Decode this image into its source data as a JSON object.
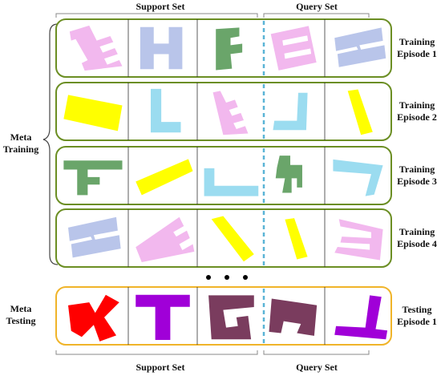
{
  "header": {
    "support_set": "Support Set",
    "query_set": "Query Set"
  },
  "footer": {
    "support_set": "Support Set",
    "query_set": "Query Set"
  },
  "groups": {
    "meta_training": "Meta\nTraining",
    "meta_testing": "Meta\nTesting"
  },
  "rows": [
    {
      "label": "Training\nEpisode 1",
      "kind": "training",
      "cells": [
        {
          "shape": "E-rot",
          "color": "#f2b8ee"
        },
        {
          "shape": "H",
          "color": "#b9c5ea"
        },
        {
          "shape": "F-tall",
          "color": "#6aa56a"
        },
        {
          "shape": "E-big",
          "color": "#f2b8ee"
        },
        {
          "shape": "H-rot",
          "color": "#b9c5ea"
        }
      ]
    },
    {
      "label": "Training\nEpisode 2",
      "kind": "training",
      "cells": [
        {
          "shape": "bar-rot",
          "color": "#ffff00"
        },
        {
          "shape": "L",
          "color": "#9bdcf0"
        },
        {
          "shape": "E-small",
          "color": "#f2b8ee"
        },
        {
          "shape": "L-wide",
          "color": "#9bdcf0"
        },
        {
          "shape": "bar-tilt",
          "color": "#ffff00"
        }
      ]
    },
    {
      "label": "Training\nEpisode 3",
      "kind": "training",
      "cells": [
        {
          "shape": "F-rot",
          "color": "#6aa56a"
        },
        {
          "shape": "bar-long",
          "color": "#ffff00"
        },
        {
          "shape": "L-flat",
          "color": "#9bdcf0"
        },
        {
          "shape": "T-comb",
          "color": "#6aa56a"
        },
        {
          "shape": "L-rev",
          "color": "#9bdcf0"
        }
      ]
    },
    {
      "label": "Training\nEpisode 4",
      "kind": "training",
      "cells": [
        {
          "shape": "H-rot",
          "color": "#b9c5ea"
        },
        {
          "shape": "E-rot2",
          "color": "#f2b8ee"
        },
        {
          "shape": "bar-tilt2",
          "color": "#ffff00"
        },
        {
          "shape": "bar-tilt",
          "color": "#ffff00"
        },
        {
          "shape": "E-rot3",
          "color": "#f2b8ee"
        }
      ]
    },
    {
      "label": "Testing\nEpisode 1",
      "kind": "testing",
      "cells": [
        {
          "shape": "Y",
          "color": "#ff0000"
        },
        {
          "shape": "T",
          "color": "#a000d8"
        },
        {
          "shape": "G",
          "color": "#7a3c5e"
        },
        {
          "shape": "G-rot",
          "color": "#7a3c5e"
        },
        {
          "shape": "T-rot",
          "color": "#a000d8"
        }
      ]
    }
  ],
  "ellipsis": "• • •",
  "colors": {
    "training_border": "#6b8e23",
    "testing_border": "#f0b429",
    "divider": "#5ab4d6",
    "bracket": "#888888"
  }
}
